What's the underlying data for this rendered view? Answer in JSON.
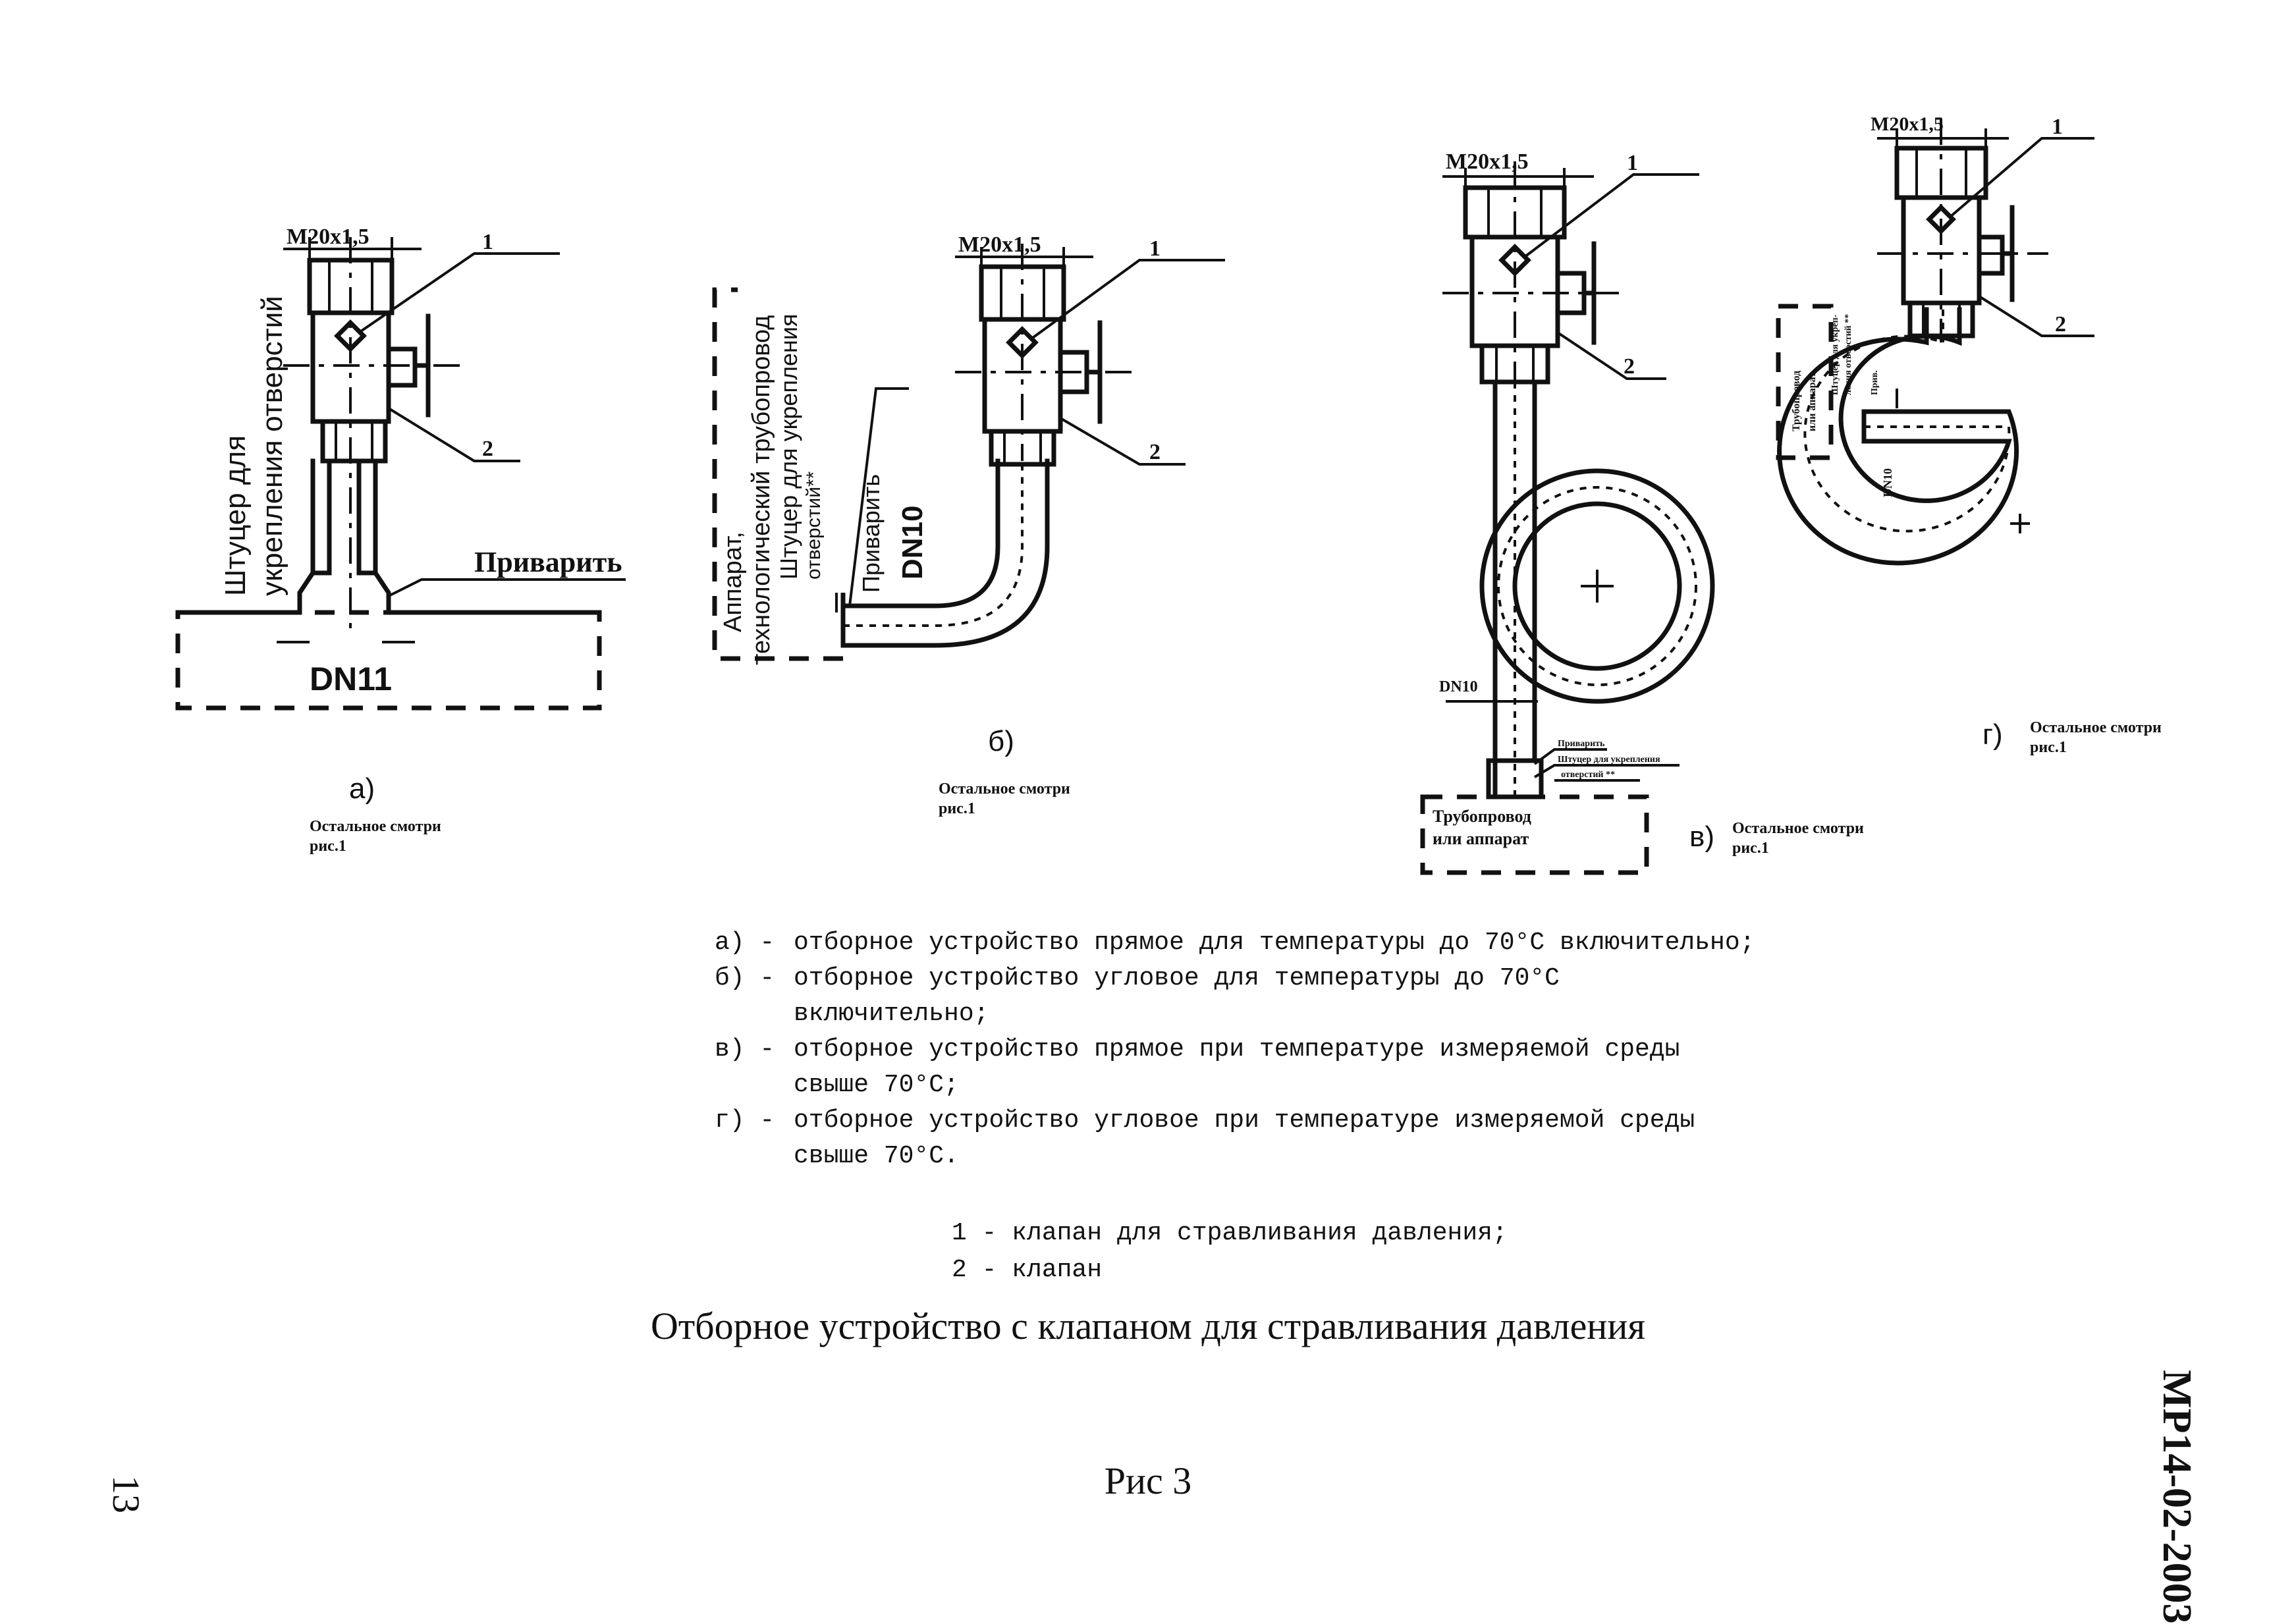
{
  "figure_a": {
    "thread": "M20x1,5",
    "callout_1": "1",
    "callout_2": "2",
    "fitting_line1": "Штуцер для",
    "fitting_line2": "укрепления отверстий",
    "weld": "Приварить",
    "dn": "DN11",
    "letter": "а)",
    "note_line1": "Остальное смотри",
    "note_line2": "рис.1"
  },
  "figure_b": {
    "thread": "M20x1,5",
    "callout_1": "1",
    "callout_2": "2",
    "apparatus_line1": "Аппарат,",
    "apparatus_line2": "технологический трубопровод",
    "fitting_line1": "Штуцер для укрепления",
    "fitting_line2": "отверстий**",
    "weld": "Приварить",
    "dn": "DN10",
    "letter": "б)",
    "note_line1": "Остальное смотри",
    "note_line2": "рис.1"
  },
  "figure_v": {
    "thread": "M20x1,5",
    "callout_1": "1",
    "callout_2": "2",
    "dn": "DN10",
    "weld": "Приварить",
    "fitting_line1": "Штуцер для укрепления",
    "fitting_line2": "отверстий **",
    "pipe_line1": "Трубопровод",
    "pipe_line2": "или аппарат",
    "letter": "в)",
    "note_line1": "Остальное смотри",
    "note_line2": "рис.1"
  },
  "figure_g": {
    "thread": "M20x1,5",
    "callout_1": "1",
    "callout_2": "2",
    "pipe_line1": "Трубопровод",
    "pipe_line2": "или аппарат",
    "fitting_line1": "Штуцер для укреп-",
    "fitting_line2": "ления отверстий **",
    "weld": "Прив.",
    "dn": "DN10",
    "letter": "г)",
    "note_line1": "Остальное смотри",
    "note_line2": "рис.1"
  },
  "legend": [
    {
      "key": "а) -",
      "text": "отборное устройство прямое для температуры до 70°С включительно;"
    },
    {
      "key": "б) -",
      "text": "отборное устройство угловое для температуры до 70°С включительно;"
    },
    {
      "key": "в) -",
      "text": "отборное устройство прямое при температуре измеряемой среды свыше 70°С;"
    },
    {
      "key": "г) -",
      "text": "отборное устройство угловое при температуре измеряемой среды свыше 70°С."
    }
  ],
  "parts": [
    "1 - клапан для стравливания давления;",
    "2 - клапан"
  ],
  "caption": "Отборное  устройство с клапаном для стравливания давления",
  "figure_number": "Рис  3",
  "doc_id": "МР14-02-2003",
  "page_number": "13"
}
